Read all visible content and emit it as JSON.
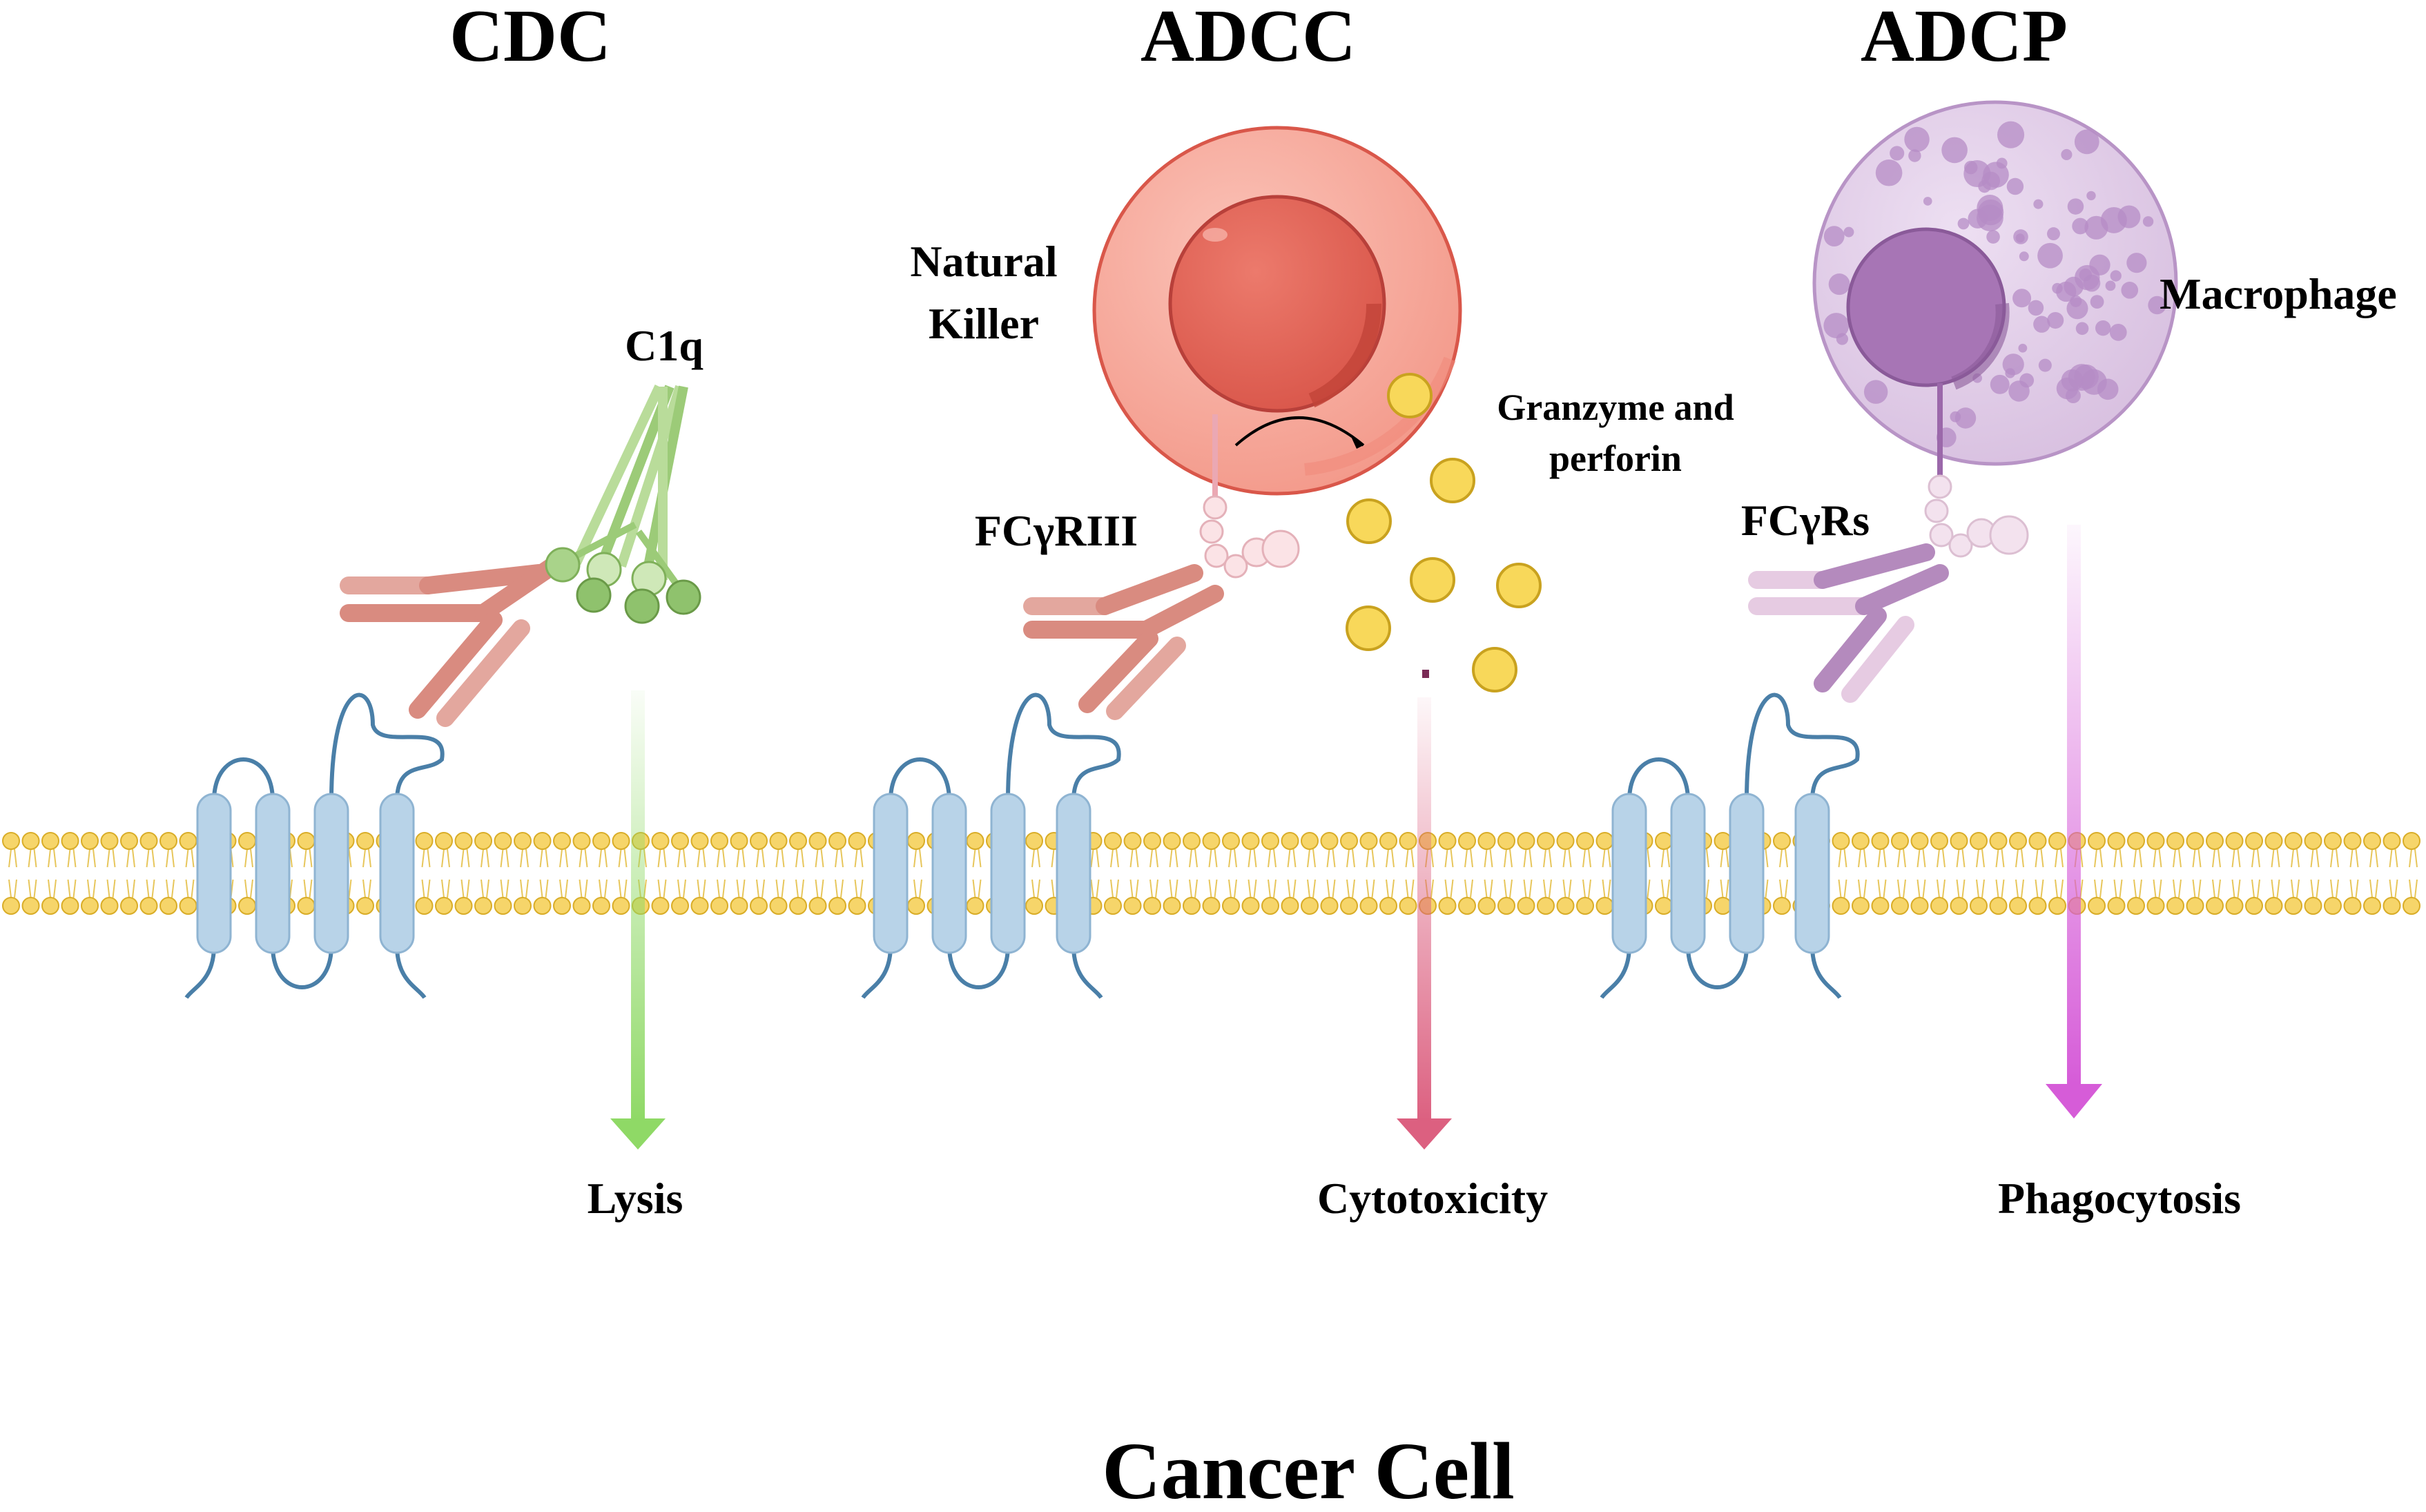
{
  "titles": {
    "cdc": "CDC",
    "adcc": "ADCC",
    "adcp": "ADCP"
  },
  "labels": {
    "c1q": "C1q",
    "natural_killer_line1": "Natural",
    "natural_killer_line2": "Killer",
    "granzyme_line1": "Granzyme and",
    "granzyme_line2": "perforin",
    "fcgriii": "FCγRIII",
    "macrophage": "Macrophage",
    "fcgrs": "FCγRs"
  },
  "outcomes": {
    "lysis": "Lysis",
    "cytotoxicity": "Cytotoxicity",
    "phagocytosis": "Phagocytosis"
  },
  "footer": {
    "cancer_cell": "Cancer Cell"
  },
  "colors": {
    "membrane_head": "#f6d56a",
    "membrane_stroke": "#d9ad28",
    "receptor": "#b8d3e8",
    "receptor_stroke": "#4a7fa8",
    "antibody_red": "#d98b80",
    "antibody_purple": "#b48abd",
    "c1q_green": "#9ccb78",
    "nk_outer": "#f6a99c",
    "nk_nucleus": "#e06557",
    "macro_outer": "#e2cde9",
    "macro_nucleus": "#a775b5",
    "granule": "#f8d85a",
    "arrow_green": "#8fd966",
    "arrow_red": "#dc6080",
    "arrow_magenta": "#d65cd8"
  }
}
